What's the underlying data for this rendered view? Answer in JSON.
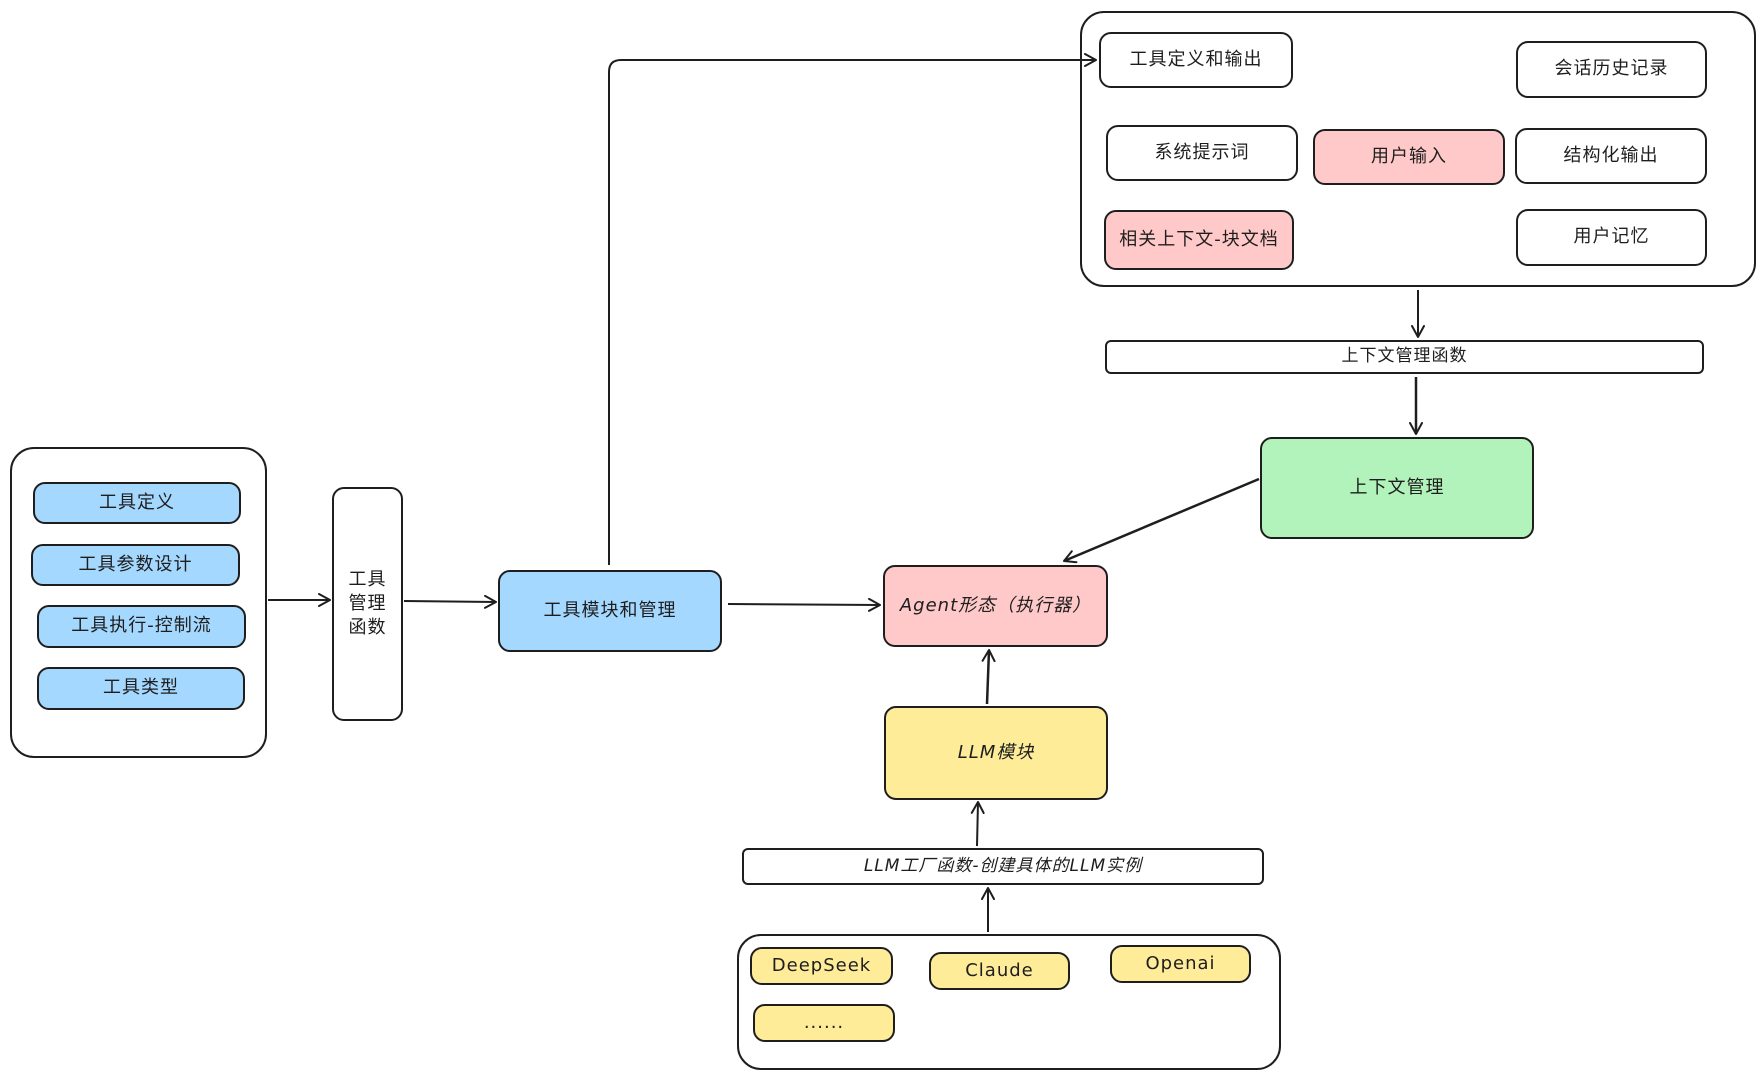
{
  "tool_group": {
    "items": [
      "工具定义",
      "工具参数设计",
      "工具执行-控制流",
      "工具类型"
    ]
  },
  "tool_manager_func": "工具\n管理\n函数",
  "tool_module": "工具模块和管理",
  "context_group": {
    "tool_def_output": "工具定义和输出",
    "session_history": "会话历史记录",
    "system_prompt": "系统提示词",
    "user_input": "用户输入",
    "structured_output": "结构化输出",
    "related_context": "相关上下文-块文档",
    "user_memory": "用户记忆"
  },
  "context_manager_func": "上下文管理函数",
  "context_management": "上下文管理",
  "agent": "Agent形态（执行器）",
  "llm_module": "LLM模块",
  "llm_factory": "LLM工厂函数-创建具体的LLM实例",
  "providers": {
    "deepseek": "DeepSeek",
    "claude": "Claude",
    "openai": "Openai",
    "more": "......"
  },
  "colors": {
    "blue": "#a5d8ff",
    "pink": "#ffc9c9",
    "green": "#b2f2bb",
    "yellow": "#ffec99",
    "stroke": "#1e1e1e"
  }
}
